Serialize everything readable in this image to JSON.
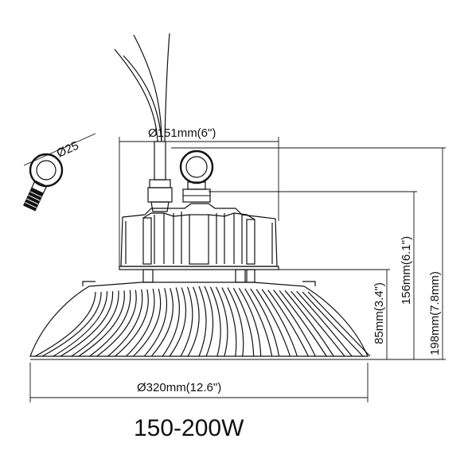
{
  "dimensions": {
    "housing_diameter": "Ø151mm(6\")",
    "eye_diameter": "Ø25",
    "total_height": "198mm(7.8mm)",
    "body_height": "156mm(6.1\")",
    "reflector_height": "85mm(3.4\")",
    "reflector_diameter": "Ø320mm(12.6\")"
  },
  "caption": "150-200W"
}
